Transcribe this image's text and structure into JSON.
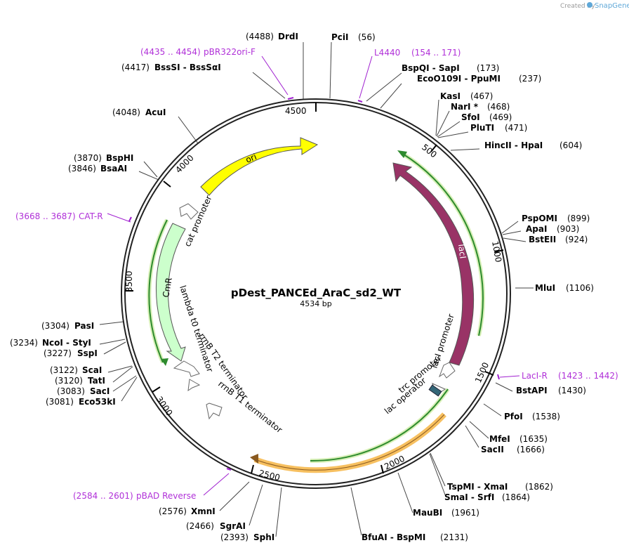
{
  "header": {
    "created_by": "Created by",
    "brand": "SnapGene",
    "brand_color": "#5fa8d8"
  },
  "plasmid": {
    "name": "pDest_PANCEd_AraC_sd2_WT",
    "length_label": "4534 bp",
    "length": 4534
  },
  "ticks": [
    "500",
    "1000",
    "1500",
    "2000",
    "2500",
    "3000",
    "3500",
    "4000",
    "4500"
  ],
  "features": [
    {
      "label": "ori",
      "color": "#ffff00"
    },
    {
      "label": "lacI",
      "color": "#993366"
    },
    {
      "label": "CmR",
      "color": "#ccffcc"
    },
    {
      "label": "cat promoter",
      "color": "#ffffff"
    },
    {
      "label": "lambda t0 terminator",
      "color": "#ffffff"
    },
    {
      "label": "rrnB T2 terminator",
      "color": "#ffffff"
    },
    {
      "label": "rrnB T1 terminator",
      "color": "#ffffff"
    },
    {
      "label": "lacI promoter",
      "color": "#ffffff"
    },
    {
      "label": "trc promoter",
      "color": "#ffffff"
    },
    {
      "label": "lac operator",
      "color": "#336677"
    }
  ],
  "primers": [
    {
      "name": "pBR322ori-F",
      "range": "(4435 .. 4454)"
    },
    {
      "name": "L4440",
      "range": "(154 .. 171)"
    },
    {
      "name": "CAT-R",
      "range": "(3668 .. 3687)"
    },
    {
      "name": "LacI-R",
      "range": "(1423 .. 1442)"
    },
    {
      "name": "pBAD Reverse",
      "range": "(2584 .. 2601)"
    }
  ],
  "sites": [
    {
      "name": "DrdI",
      "pos": "(4488)"
    },
    {
      "name": "PciI",
      "pos": "(56)"
    },
    {
      "name": "BssSI  -  BssSαI",
      "pos": "(4417)"
    },
    {
      "name": "BspQI  -  SapI",
      "pos": "(173)"
    },
    {
      "name": "EcoO109I  -  PpuMI",
      "pos": "(237)"
    },
    {
      "name": "AcuI",
      "pos": "(4048)"
    },
    {
      "name": "KasI",
      "pos": "(467)"
    },
    {
      "name": "NarI *",
      "pos": "(468)"
    },
    {
      "name": "SfoI",
      "pos": "(469)"
    },
    {
      "name": "PluTI",
      "pos": "(471)"
    },
    {
      "name": "HincII  -  HpaI",
      "pos": "(604)"
    },
    {
      "name": "BspHI",
      "pos": "(3870)"
    },
    {
      "name": "BsaAI",
      "pos": "(3846)"
    },
    {
      "name": "PspOMI",
      "pos": "(899)"
    },
    {
      "name": "ApaI",
      "pos": "(903)"
    },
    {
      "name": "BstEII",
      "pos": "(924)"
    },
    {
      "name": "MluI",
      "pos": "(1106)"
    },
    {
      "name": "PasI",
      "pos": "(3304)"
    },
    {
      "name": "NcoI  -  StyI",
      "pos": "(3234)"
    },
    {
      "name": "SspI",
      "pos": "(3227)"
    },
    {
      "name": "ScaI",
      "pos": "(3122)"
    },
    {
      "name": "TatI",
      "pos": "(3120)"
    },
    {
      "name": "SacI",
      "pos": "(3083)"
    },
    {
      "name": "Eco53kI",
      "pos": "(3081)"
    },
    {
      "name": "BstAPI",
      "pos": "(1430)"
    },
    {
      "name": "PfoI",
      "pos": "(1538)"
    },
    {
      "name": "MfeI",
      "pos": "(1635)"
    },
    {
      "name": "SacII",
      "pos": "(1666)"
    },
    {
      "name": "TspMI  -  XmaI",
      "pos": "(1862)"
    },
    {
      "name": "SmaI  -  SrfI",
      "pos": "(1864)"
    },
    {
      "name": "MauBI",
      "pos": "(1961)"
    },
    {
      "name": "BfuAI  -  BspMI",
      "pos": "(2131)"
    },
    {
      "name": "XmnI",
      "pos": "(2576)"
    },
    {
      "name": "SgrAI",
      "pos": "(2466)"
    },
    {
      "name": "SphI",
      "pos": "(2393)"
    }
  ]
}
